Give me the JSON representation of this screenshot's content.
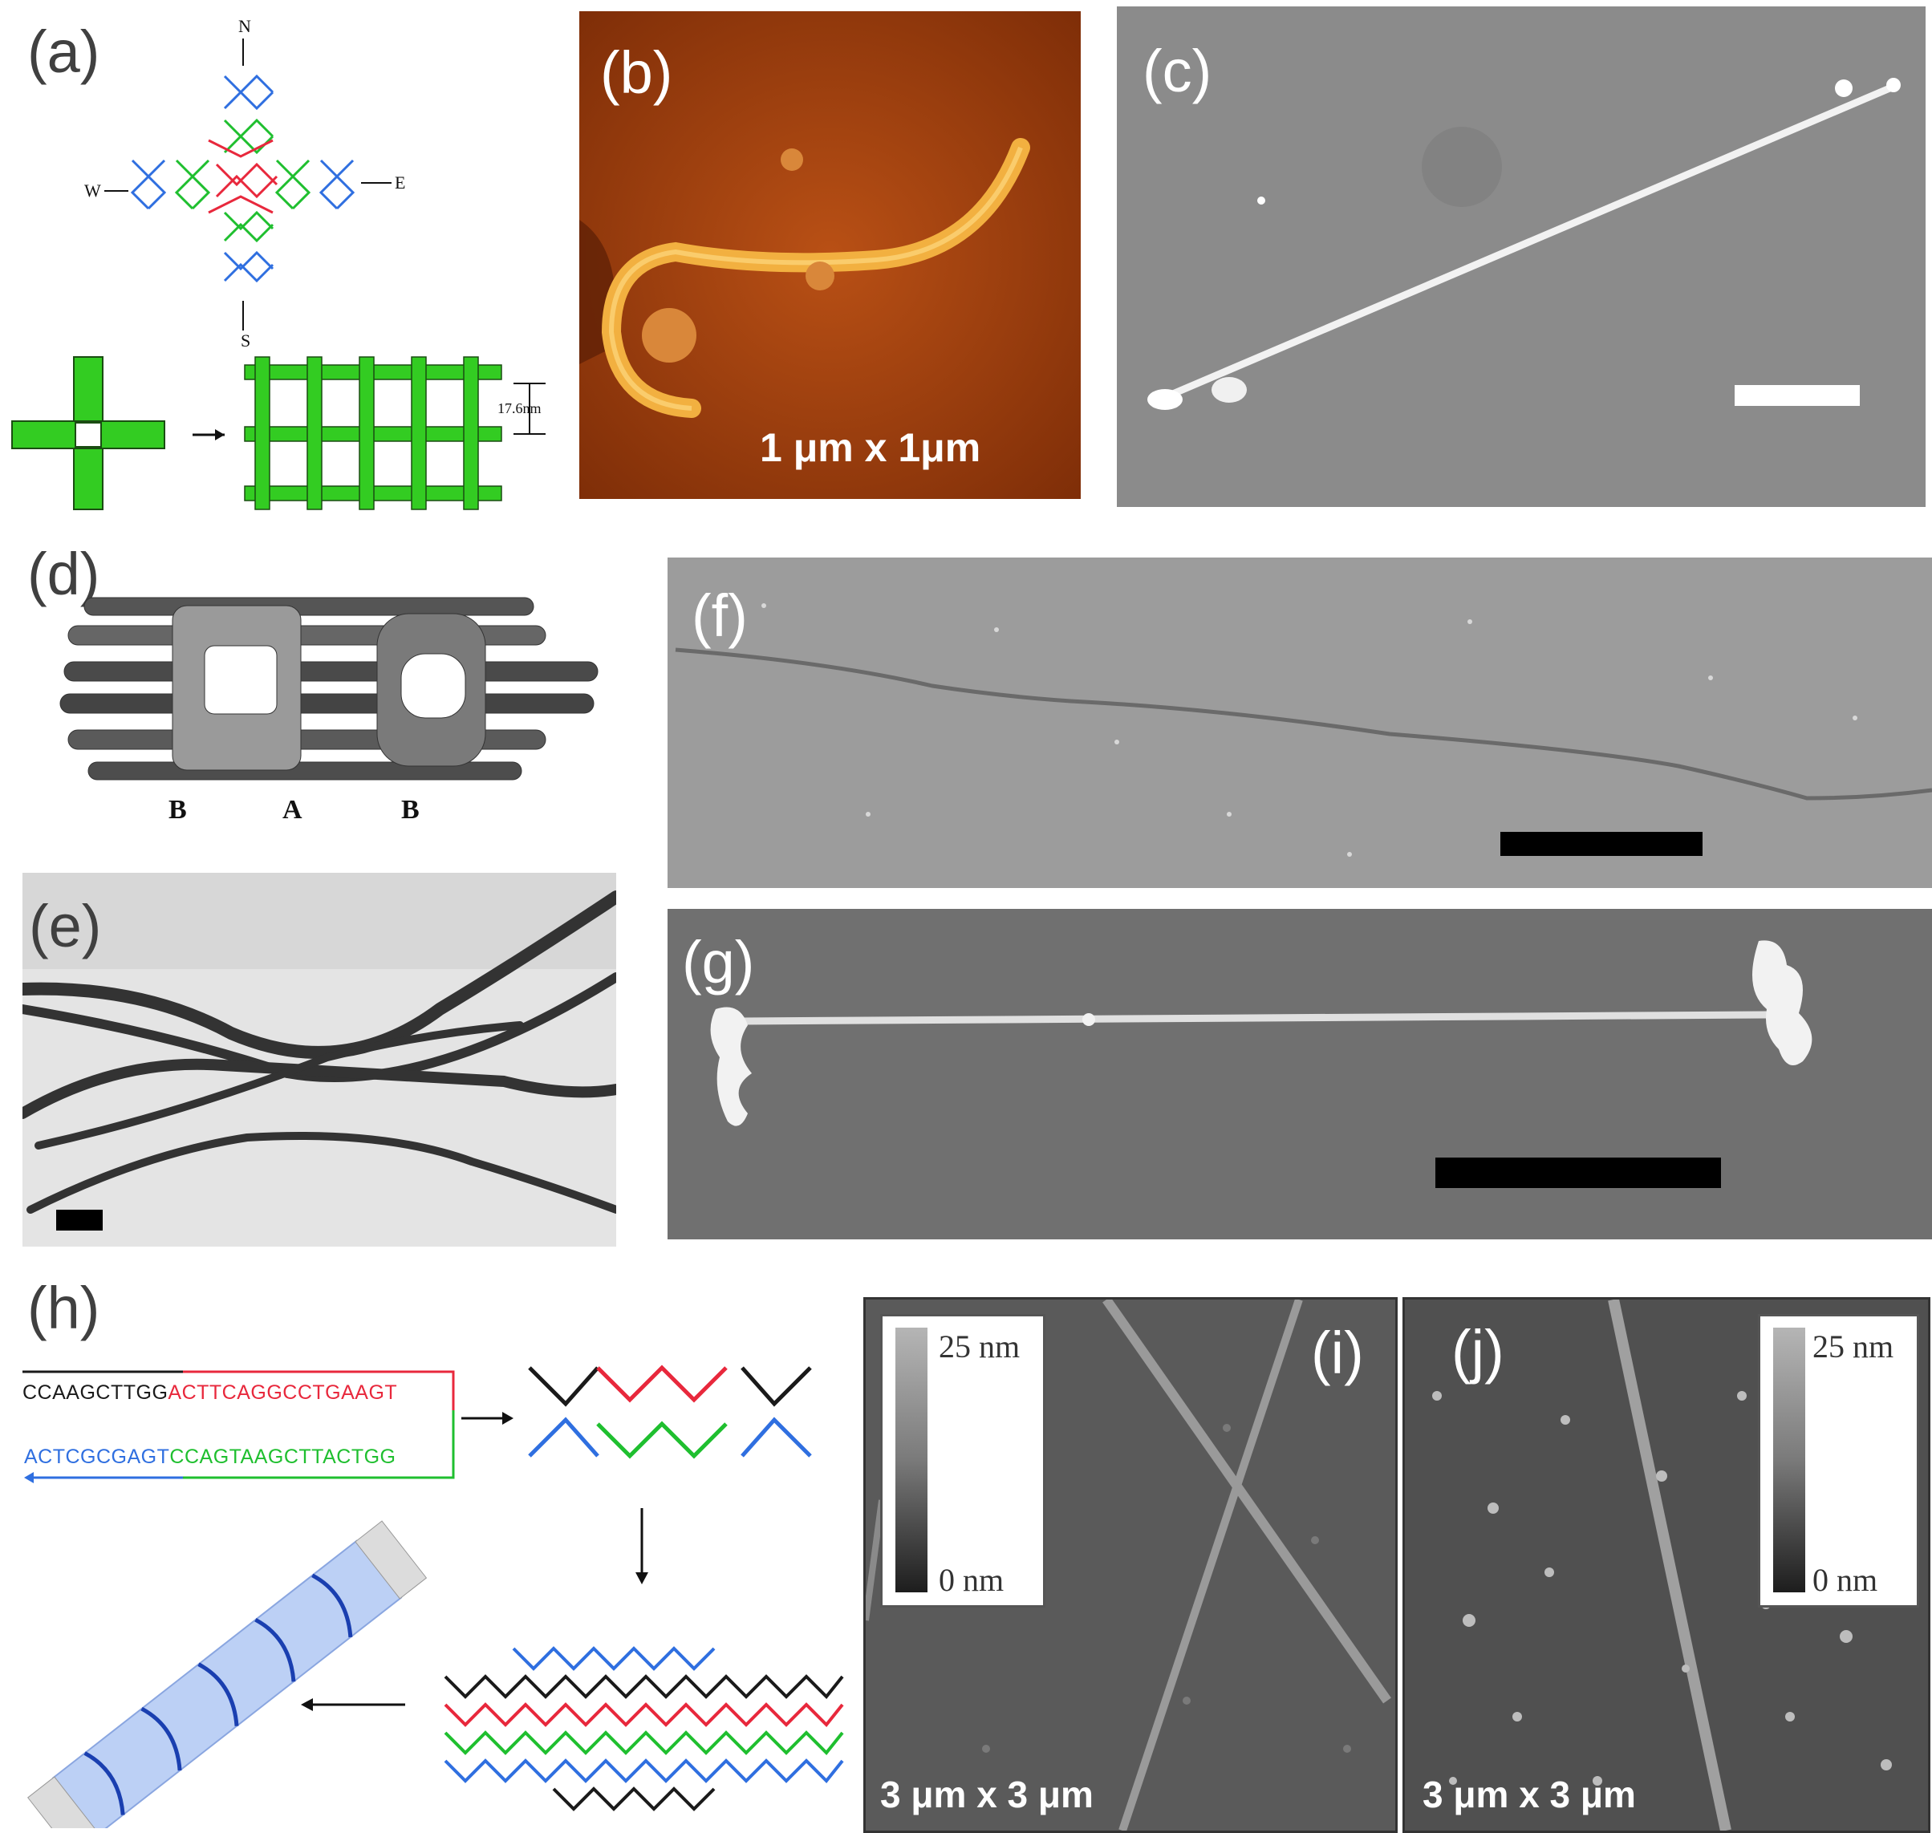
{
  "panels": {
    "a": {
      "label": "(a)",
      "compass": {
        "n": "N",
        "s": "S",
        "e": "E",
        "w": "W"
      },
      "spacing": "17.6nm"
    },
    "b": {
      "label": "(b)",
      "scale_text": "1 μm x 1μm"
    },
    "c": {
      "label": "(c)"
    },
    "d": {
      "label": "(d)",
      "segments": [
        "B",
        "A",
        "B"
      ]
    },
    "e": {
      "label": "(e)"
    },
    "f": {
      "label": "(f)"
    },
    "g": {
      "label": "(g)"
    },
    "h": {
      "label": "(h)",
      "strand1": {
        "black": "CCAAGCTTGG",
        "red": "ACTTCAGGCCTGAAGT"
      },
      "strand2": {
        "blue": "ACTCGCGAGT",
        "green": "CCAGTAAGCTTACTGG"
      }
    },
    "i": {
      "label": "(i)",
      "scale_text": "3 μm x 3 μm",
      "colorbar": {
        "max": "25 nm",
        "min": "0 nm"
      }
    },
    "j": {
      "label": "(j)",
      "scale_text": "3 μm x 3 μm",
      "colorbar": {
        "max": "25 nm",
        "min": "0 nm"
      }
    }
  },
  "colors": {
    "strand_black": "#1a1a1a",
    "strand_red": "#e8283c",
    "strand_blue": "#2f6fe0",
    "strand_green": "#1fbf2f",
    "tile_green": "#33cc22",
    "afm_orange": "#b04a10",
    "sem_gray": "#8a8a8a"
  }
}
